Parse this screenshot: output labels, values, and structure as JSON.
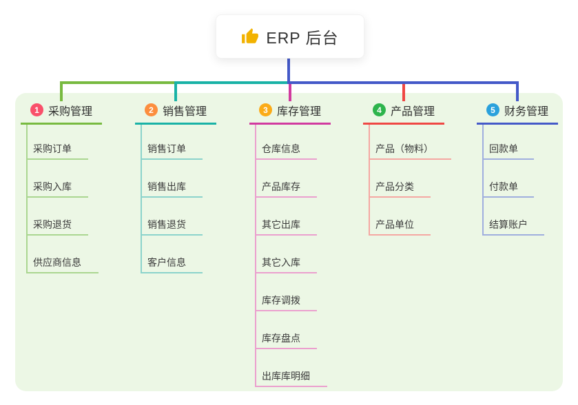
{
  "root": {
    "title": "ERP 后台",
    "icon": "thumbs-up-icon"
  },
  "branches": [
    {
      "index": "1",
      "label": "采购管理",
      "badge_color": "#f9506a",
      "line_color": "#78ba40",
      "sub_line_color": "#aad690",
      "children": [
        "采购订单",
        "采购入库",
        "采购退货",
        "供应商信息"
      ]
    },
    {
      "index": "2",
      "label": "销售管理",
      "badge_color": "#fc8e3e",
      "line_color": "#19b2a6",
      "sub_line_color": "#8bd3cb",
      "children": [
        "销售订单",
        "销售出库",
        "销售退货",
        "客户信息"
      ]
    },
    {
      "index": "3",
      "label": "库存管理",
      "badge_color": "#fbab17",
      "line_color": "#d13a9f",
      "sub_line_color": "#eb9fce",
      "children": [
        "仓库信息",
        "产品库存",
        "其它出库",
        "其它入库",
        "库存调拨",
        "库存盘点",
        "出库库明细"
      ]
    },
    {
      "index": "4",
      "label": "产品管理",
      "badge_color": "#2db44c",
      "line_color": "#ef4743",
      "sub_line_color": "#f5a7a2",
      "children": [
        "产品（物料）",
        "产品分类",
        "产品单位"
      ]
    },
    {
      "index": "5",
      "label": "财务管理",
      "badge_color": "#2aa1dc",
      "line_color": "#4459c8",
      "sub_line_color": "#9faede",
      "children": [
        "回款单",
        "付款单",
        "结算账户"
      ]
    }
  ],
  "colors": {
    "page_bg": "#ffffff",
    "panel_bg": "#ecf7e5",
    "root_line": "#4459c8",
    "text": "#333333",
    "thumb_icon": "#f2b200"
  }
}
